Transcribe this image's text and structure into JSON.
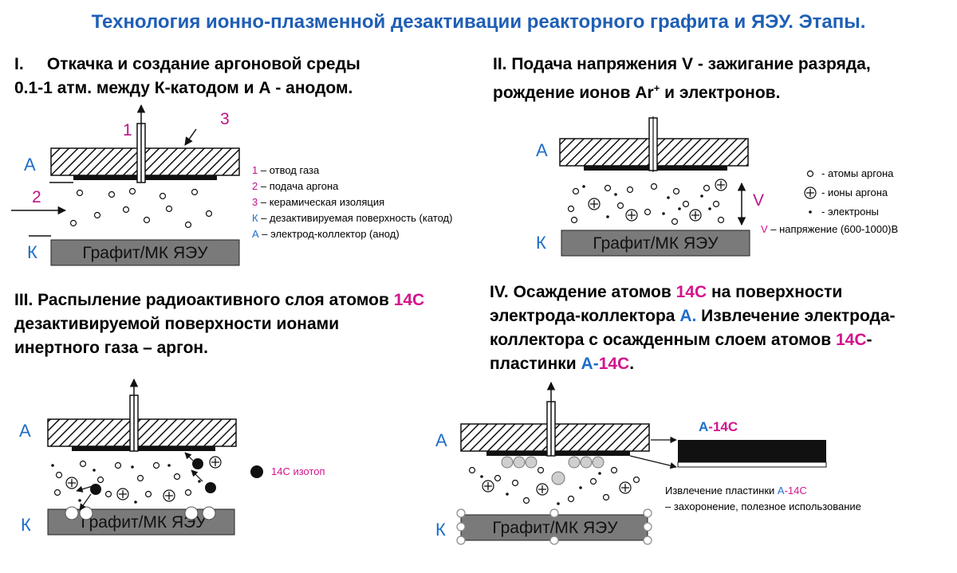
{
  "title": "Технология ионно-плазменной дезактивации реакторного графита и ЯЭУ. Этапы.",
  "stage1": {
    "line1": "I.     Откачка и создание аргоновой среды",
    "line2": "0.1-1 атм. между К-катодом  и А - анодом.",
    "num1": "1",
    "num2": "2",
    "num3": "3",
    "anode": "А",
    "cathode": "К",
    "graphite": "Графит/МК ЯЭУ",
    "legend": [
      {
        "key": "1",
        "text": " – отвод газа"
      },
      {
        "key": "2",
        "text": " – подача аргона"
      },
      {
        "key": "3",
        "text": " – керамическая изоляция"
      },
      {
        "key": "К",
        "text": " – дезактивируемая поверхность (катод)"
      },
      {
        "key": "А",
        "text": " – электрод-коллектор (анод)"
      }
    ]
  },
  "stage2": {
    "line1": "II. Подача напряжения V - зажигание разряда,",
    "line2_a": "рождение ионов Ar",
    "line2_sup": "+",
    "line2_b": " и электронов.",
    "anode": "А",
    "cathode": "К",
    "v": "V",
    "graphite": "Графит/МК ЯЭУ",
    "legend_atoms": "- атомы аргона",
    "legend_ions": "- ионы аргона",
    "legend_electrons": "- электроны",
    "legend_v_key": "V",
    "legend_v_text": " – напряжение (600-1000)В"
  },
  "stage3": {
    "line1_a": "III. Распыление радиоактивного слоя атомов ",
    "line1_iso": "14С",
    "line2": "дезактивируемой поверхности ионами",
    "line3": "инертного газа – аргон.",
    "anode": "А",
    "cathode": "К",
    "graphite": "Графит/МК ЯЭУ",
    "isotope": "14С изотоп"
  },
  "stage4": {
    "line1_a": "IV. Осаждение атомов ",
    "line1_iso": "14С",
    "line1_b": " на поверхности",
    "line2_a": "электрода-коллектора ",
    "line2_A": "А.",
    "line2_b": " Извлечение электрода-",
    "line3_a": "коллектора с осажденным слоем атомов ",
    "line3_iso": "14С",
    "line3_b": "-",
    "line4_a": "пластинки ",
    "line4_A": "А",
    "line4_dash": "-",
    "line4_iso": "14С",
    "line4_end": ".",
    "anode": "А",
    "cathode": "К",
    "graphite": "Графит/МК ЯЭУ",
    "plate_A": "А",
    "plate_iso": "-14С",
    "extract_a": "Извлечение пластинки ",
    "extract_A": "А",
    "extract_iso": "-14С",
    "extract_line2": "– захоронение, полезное использование"
  },
  "colors": {
    "title": "#1f5fb4",
    "accent_magenta": "#d4148c",
    "accent_blue": "#1e6ec8",
    "graphite": "#7a7a7a"
  }
}
